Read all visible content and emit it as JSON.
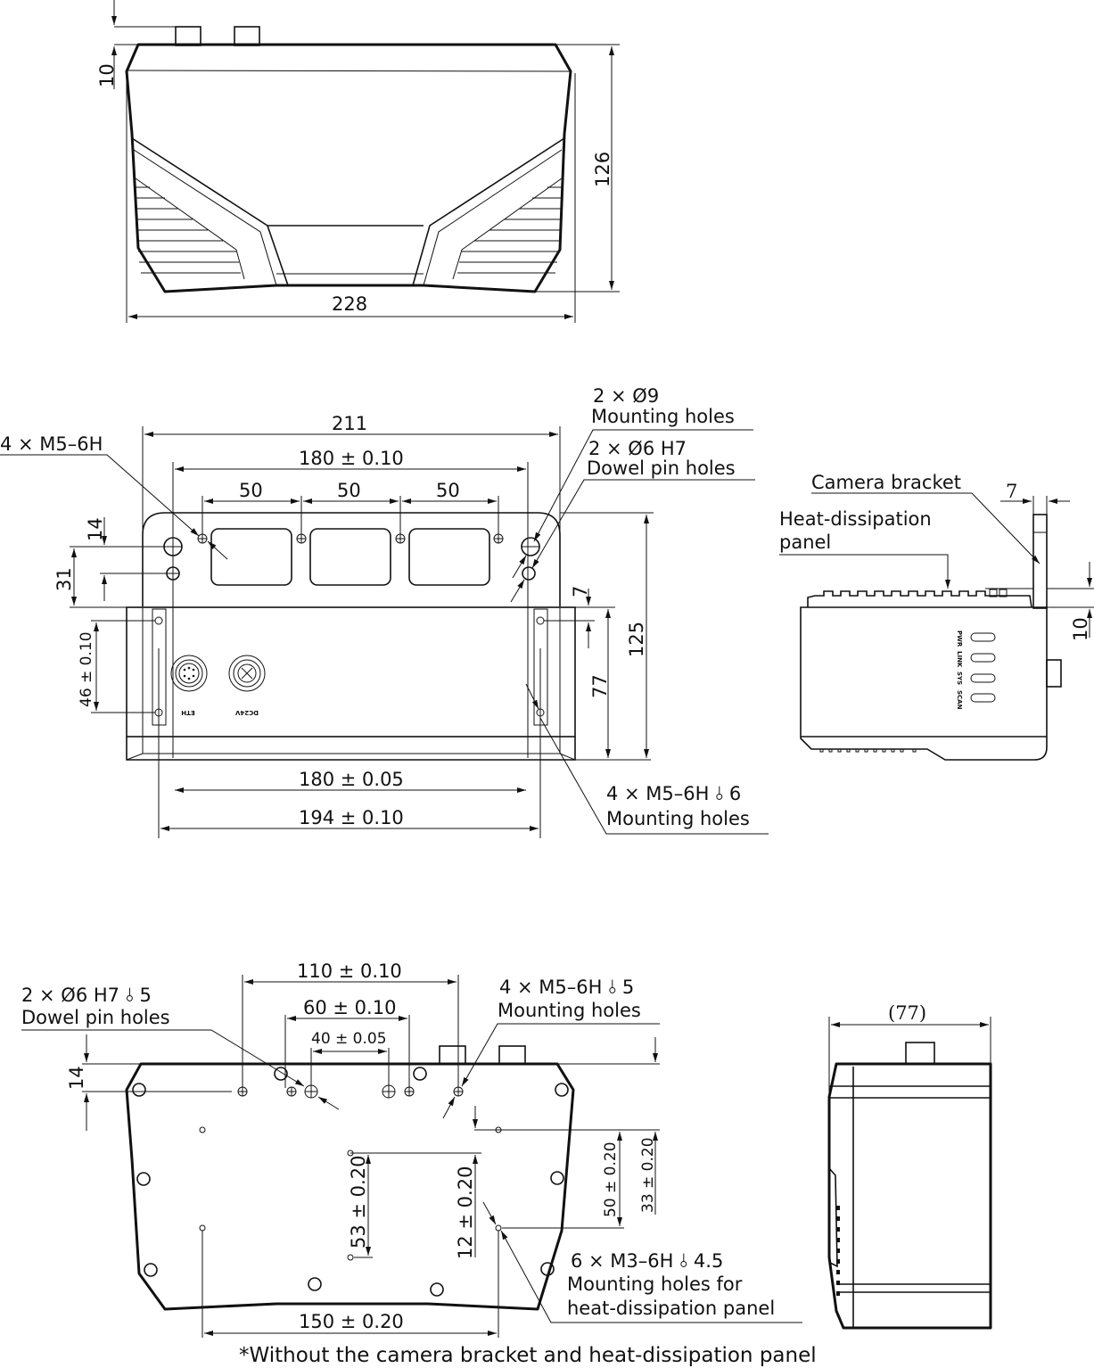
{
  "views": {
    "front": {
      "dims": {
        "height_connector": "10",
        "height_total": "126",
        "width_total": "228"
      }
    },
    "top": {
      "dims": {
        "outer_width": "211",
        "hole_span": "180 ± 0.10",
        "pitch_1": "50",
        "pitch_2": "50",
        "pitch_3": "50",
        "offset_14": "14",
        "offset_31": "31",
        "offset_7": "7",
        "height_125": "125",
        "height_77": "77",
        "slot_46": "46 ± 0.10",
        "base_180": "180 ± 0.05",
        "base_194": "194 ± 0.10"
      },
      "callouts": {
        "m5_threads": "4 × M5–6H",
        "mount_9_l1": "2 × Ø9",
        "mount_9_l2": "Mounting holes",
        "dowel_l1": "2 × Ø6 H7",
        "dowel_l2": "Dowel pin holes",
        "bottom_m5_l1": "4 × M5–6H ⫰ 6",
        "bottom_m5_l2": "Mounting holes"
      },
      "connectors": {
        "eth": "ETH",
        "power": "DC24V"
      }
    },
    "side": {
      "callouts": {
        "bracket": "Camera bracket",
        "panel_l1": "Heat-dissipation",
        "panel_l2": "panel"
      },
      "dims": {
        "bracket_thickness": "7",
        "panel_height": "10"
      },
      "leds": [
        "PWR",
        "LINK",
        "SYS",
        "SCAN"
      ]
    },
    "bottom": {
      "dims": {
        "span_110": "110 ± 0.10",
        "span_60": "60 ± 0.10",
        "span_40": "40 ± 0.05",
        "offset_14": "14",
        "v_50": "50 ± 0.20",
        "v_33": "33 ± 0.20",
        "v_53": "53 ± 0.20",
        "v_12": "12 ± 0.20",
        "span_150": "150 ± 0.20"
      },
      "callouts": {
        "dowel_l1": "2 × Ø6 H7 ⫰ 5",
        "dowel_l2": "Dowel pin holes",
        "m5_l1": "4 × M5–6H ⫰ 5",
        "m5_l2": "Mounting holes",
        "m3_l1": "6 × M3–6H ⫰ 4.5",
        "m3_l2": "Mounting holes for",
        "m3_l3": "heat-dissipation panel"
      }
    },
    "end": {
      "dims": {
        "width_ref": "(77)"
      }
    }
  },
  "footnote": "*Without the camera bracket and heat-dissipation panel"
}
